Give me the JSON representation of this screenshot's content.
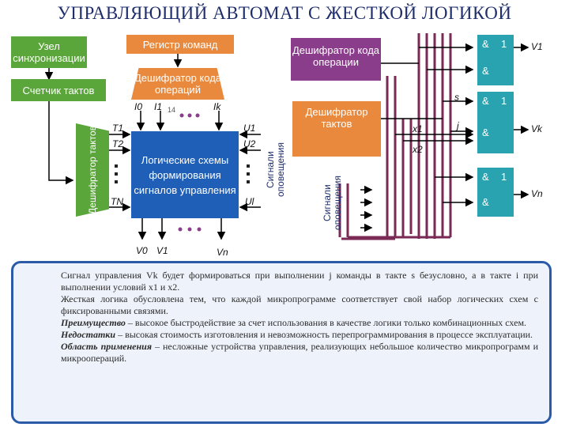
{
  "title": "УПРАВЛЯЮЩИЙ АВТОМАТ С ЖЕСТКОЙ ЛОГИКОЙ",
  "blocks": {
    "sync": "Узел синхронизации",
    "counter": "Счетчик тактов",
    "cmd_reg": "Регистр команд",
    "op_decoder": "Дешифратор кода операций",
    "tact_decoder_vertical": "Дешифратор тактов",
    "logic": "Логические схемы формирования сигналов управления",
    "op_decoder_right": "Дешифратор кода операции",
    "tact_decoder_right": "Дешифратор тактов",
    "notify_1": "Сигнали оповещения",
    "notify_2": "Сигнали оповещения"
  },
  "labels": {
    "i0": "I0",
    "i1": "I1",
    "i14": "14",
    "ik": "Ik",
    "t1": "T1",
    "t2": "T2",
    "tn": "TN",
    "u1": "U1",
    "u2": "U2",
    "ul": "Ul",
    "v0": "V0",
    "v1": "V1",
    "vn": "Vn",
    "s": "s",
    "j": "j",
    "x1": "x1",
    "x2": "x2",
    "and": "&",
    "one": "1",
    "out_v1": "V1",
    "out_vk": "Vk",
    "out_vn": "Vn"
  },
  "text": {
    "p1": "Сигнал управления Vk будет формироваться при выполнении j команды в такте s безусловно, а в такте i при выполнении условий x1 и x2.",
    "p2": "Жесткая логика обусловлена тем, что каждой микропрограмме соответствует свой набор логических схем с фиксированными связями.",
    "p3_lead": "Преимущество",
    "p3": " – высокое быстродействие за счет использования в качестве логики только комбинационных схем.",
    "p4_lead": "Недостатки",
    "p4": " – высокая стоимость изготовления и невозможность перепрограммирования в процессе эксплуатации.",
    "p5_lead": "Область применения",
    "p5": " – несложные устройства управления, реализующих небольшое количество микропрограмм и микроопераций."
  },
  "colors": {
    "green": "#5aa63a",
    "orange": "#e8893d",
    "purple": "#8a3d8a",
    "blue": "#1f5fb8",
    "teal": "#2aa3b0",
    "border": "#2a5aa8"
  }
}
